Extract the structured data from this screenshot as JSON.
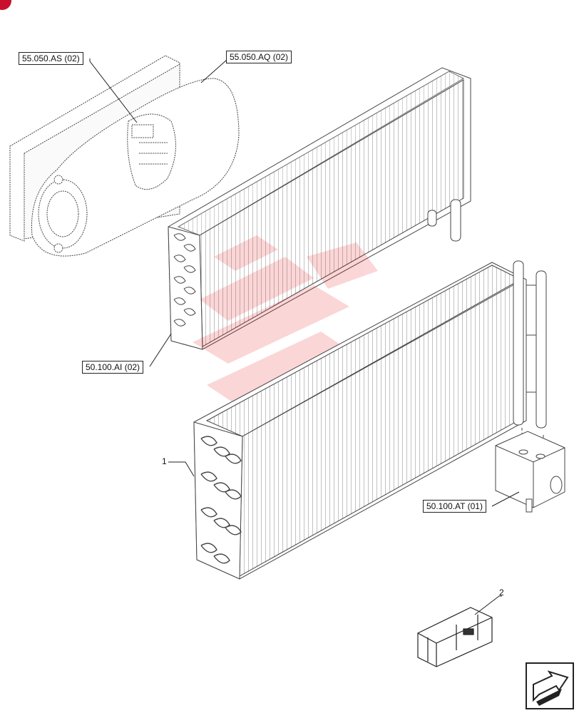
{
  "callouts": {
    "blower_fan": "55.050.AS (02)",
    "blower_housing": "55.050.AQ (02)",
    "heater_core": "50.100.AI (02)",
    "expansion_valve": "50.100.AT (01)"
  },
  "items": {
    "evaporator": "1",
    "kit": "2"
  },
  "colors": {
    "line": "#444444",
    "watermark": "#e8232a",
    "badge": "#c8102e"
  },
  "icons": {
    "nav": "next-page-arrow-icon",
    "badge": "brand-badge-icon",
    "watermark": "brand-watermark-icon"
  }
}
